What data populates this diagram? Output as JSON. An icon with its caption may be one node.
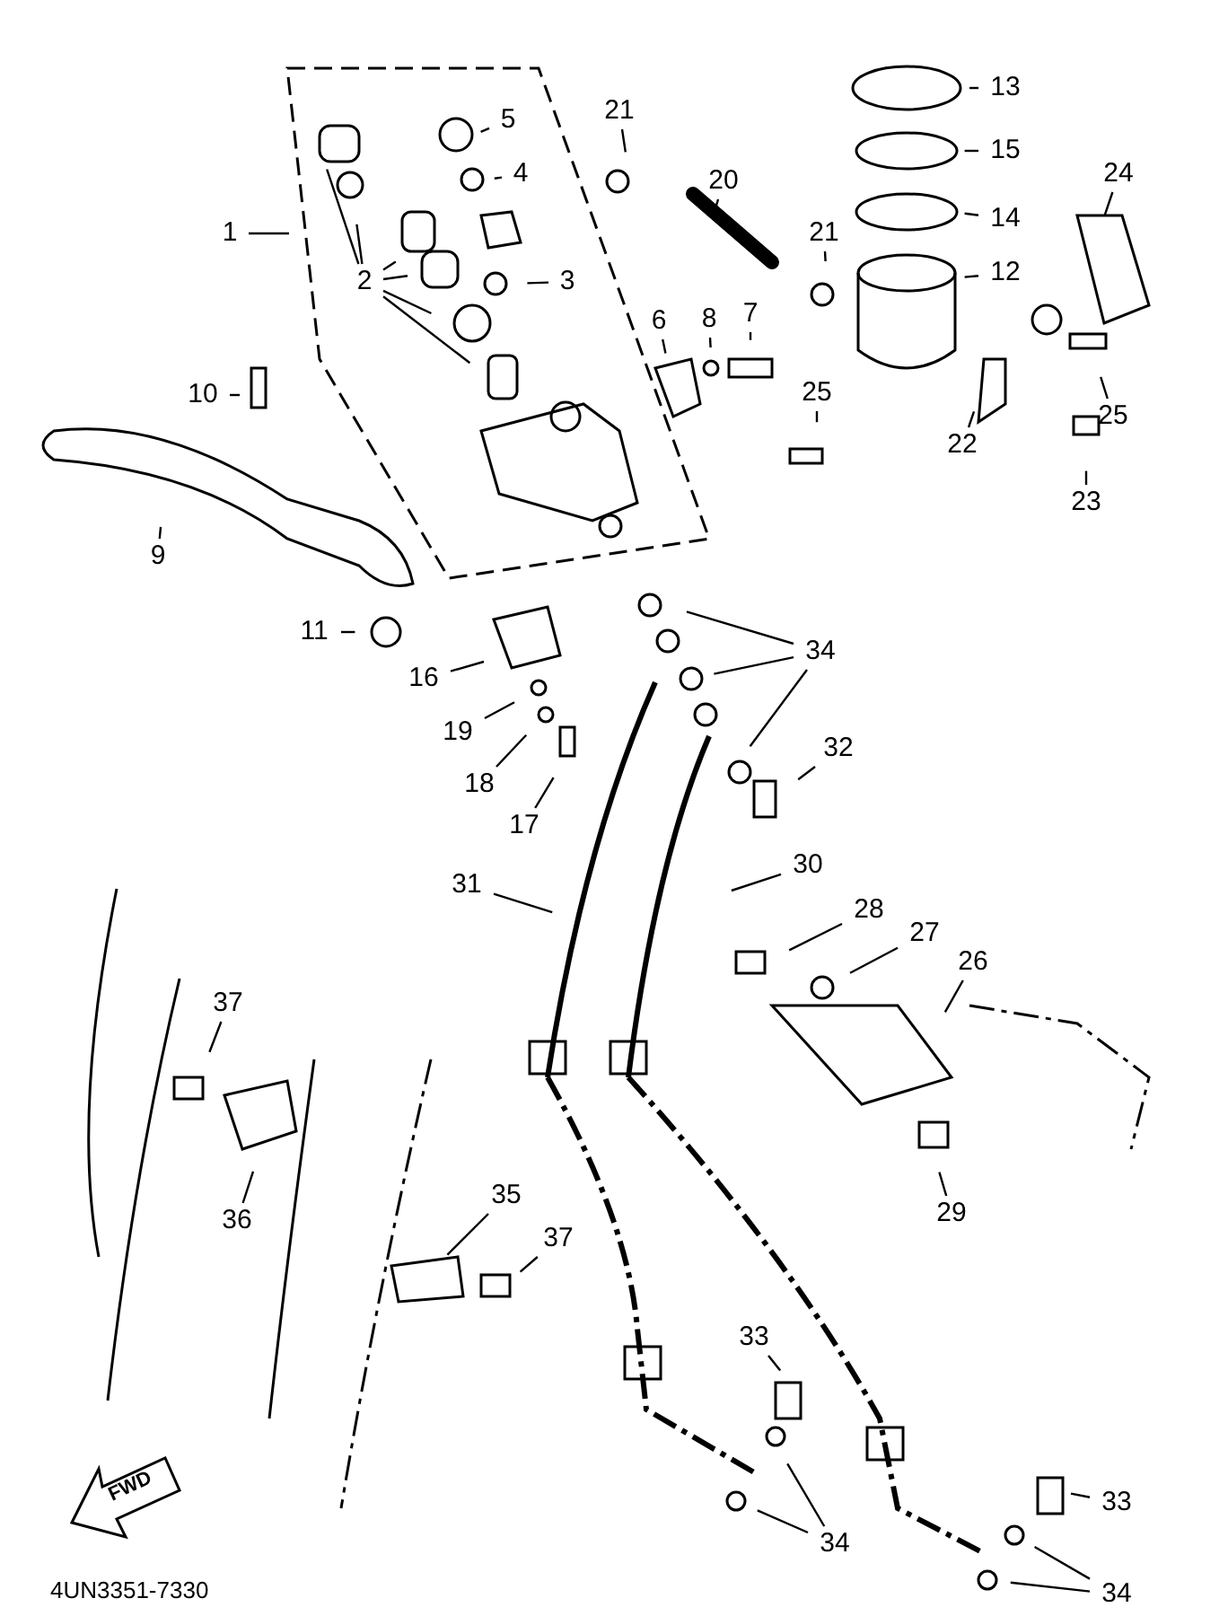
{
  "diagram": {
    "nodes": [
      {
        "text": [
          "13"
        ]
      },
      {
        "text": [
          "21"
        ]
      },
      {
        "text": [
          "5"
        ]
      },
      {
        "text": [
          "15"
        ]
      },
      {
        "text": [
          "4"
        ]
      },
      {
        "text": [
          "24"
        ]
      },
      {
        "text": [
          "20"
        ]
      },
      {
        "text": [
          "14"
        ]
      },
      {
        "text": [
          "1"
        ]
      },
      {
        "text": [
          "21"
        ]
      },
      {
        "text": [
          "12"
        ]
      },
      {
        "text": [
          "2"
        ]
      },
      {
        "text": [
          "3"
        ]
      },
      {
        "text": [
          "7"
        ]
      },
      {
        "text": [
          "8"
        ]
      },
      {
        "text": [
          "6"
        ]
      },
      {
        "text": [
          "25"
        ]
      },
      {
        "text": [
          "10"
        ]
      },
      {
        "text": [
          "25"
        ]
      },
      {
        "text": [
          "22"
        ]
      },
      {
        "text": [
          "23"
        ]
      },
      {
        "text": [
          "9"
        ]
      },
      {
        "text": [
          "11"
        ]
      },
      {
        "text": [
          "34"
        ]
      },
      {
        "text": [
          "16"
        ]
      },
      {
        "text": [
          "19"
        ]
      },
      {
        "text": [
          "32"
        ]
      },
      {
        "text": [
          "18"
        ]
      },
      {
        "text": [
          "17"
        ]
      },
      {
        "text": [
          "30"
        ]
      },
      {
        "text": [
          "31"
        ]
      },
      {
        "text": [
          "28"
        ]
      },
      {
        "text": [
          "27"
        ]
      },
      {
        "text": [
          "26"
        ]
      },
      {
        "text": [
          "37"
        ]
      },
      {
        "text": [
          "35"
        ]
      },
      {
        "text": [
          "29"
        ]
      },
      {
        "text": [
          "36"
        ]
      },
      {
        "text": [
          "37"
        ]
      },
      {
        "text": [
          "33"
        ]
      },
      {
        "text": [
          "33"
        ]
      },
      {
        "text": [
          "34"
        ]
      },
      {
        "text": [
          "34"
        ]
      }
    ],
    "edges": [
      {
        "from": 0,
        "to": null,
        "arrow": "none"
      },
      {
        "from": 1,
        "to": null,
        "arrow": "none"
      },
      {
        "from": 2,
        "to": null,
        "arrow": "none"
      },
      {
        "from": 3,
        "to": null,
        "arrow": "none"
      },
      {
        "from": 4,
        "to": null,
        "arrow": "none"
      },
      {
        "from": 5,
        "to": null,
        "arrow": "none"
      },
      {
        "from": 6,
        "to": null,
        "arrow": "none"
      },
      {
        "from": 7,
        "to": null,
        "arrow": "none"
      },
      {
        "from": 8,
        "to": null,
        "arrow": "none"
      },
      {
        "from": 9,
        "to": null,
        "arrow": "none"
      },
      {
        "from": 10,
        "to": null,
        "arrow": "none"
      },
      {
        "from": 11,
        "to": null,
        "arrow": "none"
      },
      {
        "from": 11,
        "to": null,
        "arrow": "none"
      },
      {
        "from": 11,
        "to": null,
        "arrow": "none"
      },
      {
        "from": 11,
        "to": null,
        "arrow": "none"
      },
      {
        "from": 11,
        "to": null,
        "arrow": "none"
      },
      {
        "from": 11,
        "to": null,
        "arrow": "none"
      },
      {
        "from": 12,
        "to": null,
        "arrow": "none"
      },
      {
        "from": 13,
        "to": null,
        "arrow": "none"
      },
      {
        "from": 14,
        "to": null,
        "arrow": "none"
      },
      {
        "from": 15,
        "to": null,
        "arrow": "none"
      },
      {
        "from": 16,
        "to": null,
        "arrow": "none"
      },
      {
        "from": 17,
        "to": null,
        "arrow": "none"
      },
      {
        "from": 18,
        "to": null,
        "arrow": "none"
      },
      {
        "from": 19,
        "to": null,
        "arrow": "none"
      },
      {
        "from": 20,
        "to": null,
        "arrow": "none"
      },
      {
        "from": 21,
        "to": null,
        "arrow": "none"
      },
      {
        "from": 22,
        "to": null,
        "arrow": "none"
      },
      {
        "from": 23,
        "to": null,
        "arrow": "none"
      },
      {
        "from": 23,
        "to": null,
        "arrow": "none"
      },
      {
        "from": 23,
        "to": null,
        "arrow": "none"
      },
      {
        "from": 24,
        "to": null,
        "arrow": "none"
      },
      {
        "from": 25,
        "to": null,
        "arrow": "none"
      },
      {
        "from": 26,
        "to": null,
        "arrow": "none"
      },
      {
        "from": 27,
        "to": null,
        "arrow": "none"
      },
      {
        "from": 28,
        "to": null,
        "arrow": "none"
      },
      {
        "from": 29,
        "to": null,
        "arrow": "none"
      },
      {
        "from": 30,
        "to": null,
        "arrow": "none"
      },
      {
        "from": 31,
        "to": null,
        "arrow": "none"
      },
      {
        "from": 32,
        "to": null,
        "arrow": "none"
      },
      {
        "from": 33,
        "to": null,
        "arrow": "none"
      },
      {
        "from": 34,
        "to": null,
        "arrow": "none"
      },
      {
        "from": 35,
        "to": null,
        "arrow": "none"
      },
      {
        "from": 36,
        "to": null,
        "arrow": "none"
      },
      {
        "from": 37,
        "to": null,
        "arrow": "none"
      },
      {
        "from": 38,
        "to": null,
        "arrow": "none"
      },
      {
        "from": 39,
        "to": null,
        "arrow": "none"
      },
      {
        "from": 40,
        "to": null,
        "arrow": "none"
      },
      {
        "from": 41,
        "to": null,
        "arrow": "none"
      },
      {
        "from": 41,
        "to": null,
        "arrow": "none"
      },
      {
        "from": 42,
        "to": null,
        "arrow": "none"
      },
      {
        "from": 42,
        "to": null,
        "arrow": "none"
      }
    ],
    "labels": [
      "FWD",
      "4UN3351-7330"
    ]
  }
}
